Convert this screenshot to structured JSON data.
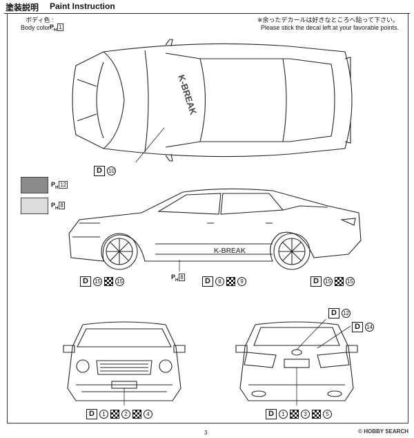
{
  "header": {
    "title_jp": "塗装説明",
    "title_en": "Paint Instruction"
  },
  "body_color": {
    "label_jp": "ボディ色 :",
    "label_en": "Body color :",
    "code": "1"
  },
  "note": {
    "jp": "※余ったデカールは好きなところへ貼って下さい。",
    "en": "Please stick the decal left at your favorable points."
  },
  "swatches": [
    {
      "code": "12",
      "color": "#8a8a8a"
    },
    {
      "code": "8",
      "color": "#dcdcdc"
    }
  ],
  "callouts": {
    "top": {
      "d": "D",
      "n1": "10"
    },
    "side_front": {
      "d": "D",
      "n1": "15",
      "n2": "15"
    },
    "side_mid": {
      "d": "D",
      "n1": "8",
      "n2": "9"
    },
    "side_rear": {
      "d": "D",
      "n1": "15",
      "n2": "15"
    },
    "side_sill_code": "8",
    "front": {
      "d": "D",
      "n1": "1",
      "n2": "2",
      "n3": "4"
    },
    "rear": {
      "d": "D",
      "n1": "1",
      "n2": "3",
      "n3": "5"
    },
    "rear_top1": {
      "d": "D",
      "n1": "12"
    },
    "rear_top2": {
      "d": "D",
      "n1": "14"
    }
  },
  "decal_text": {
    "side": "K-BREAK",
    "hood": "K-BREAK"
  },
  "footer": {
    "page": "3",
    "watermark": "© HOBBY SEARCH"
  },
  "colors": {
    "line": "#222222"
  }
}
